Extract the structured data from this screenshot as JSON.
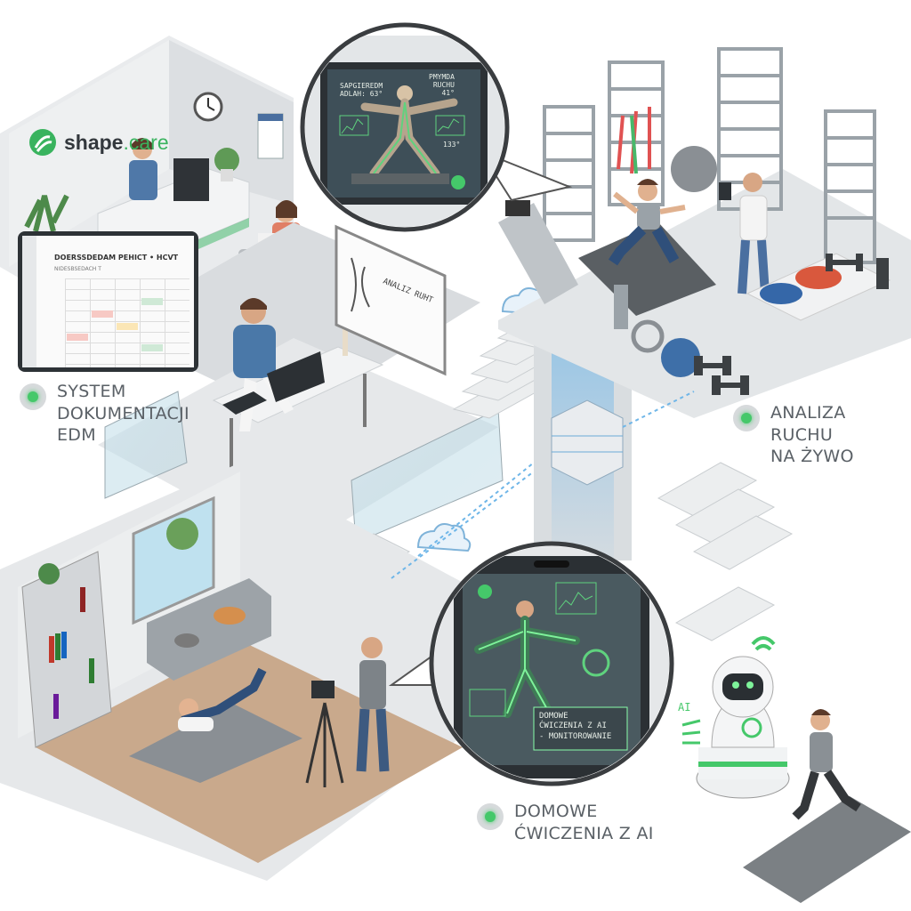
{
  "logo": {
    "part1": "shape",
    "part2": ".care"
  },
  "captions": {
    "edm": [
      "SYSTEM",
      "DOKUMENTACJI",
      "EDM"
    ],
    "motion": [
      "ANALIZA RUCHU",
      "NA ŻYWO"
    ],
    "home": [
      "DOMOWE",
      "ĆWICZENIA Z AI"
    ]
  },
  "monitor": {
    "title": "DOERSSDEDAM PEHICT • HCVT",
    "subtitle": "NIDESBSEDACH T"
  },
  "tablet_top": {
    "left_text": "SAPGIEREDM\nADLAH: 63°",
    "right_text": "PMYMDA\nRUCHU\n41°",
    "angle": "133°"
  },
  "whiteboard": {
    "text": "ANALIZ RUHT"
  },
  "phone_overlay": {
    "lines": [
      "DOMOWE",
      "ĆWICZENIA Z AI",
      "- MONITOROWANIE"
    ]
  },
  "robot": {
    "label": "AI"
  },
  "colors": {
    "accent": "#45c86a",
    "floor": "#e6e8ea",
    "wall": "#d8dbde",
    "wood": "#c9a98c",
    "scrub": "#4a78a8"
  }
}
